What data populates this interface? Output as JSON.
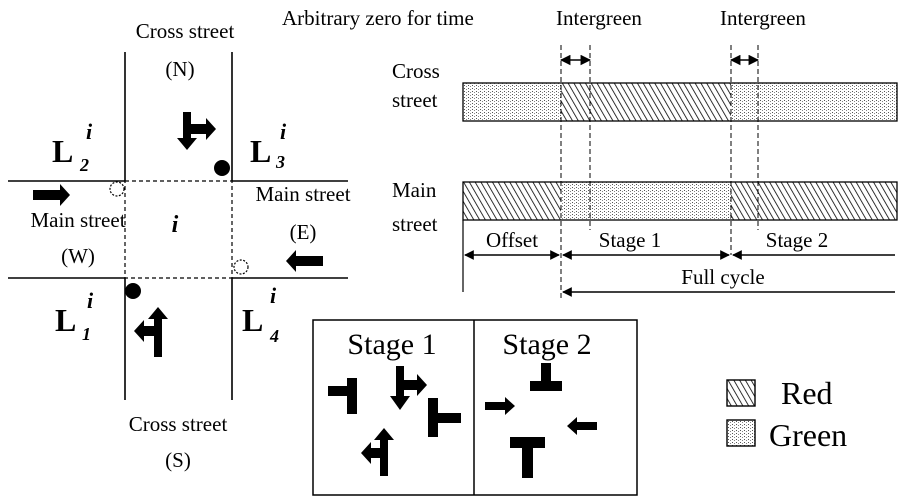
{
  "intersection": {
    "cross_street_north": [
      "Cross street",
      "(N)"
    ],
    "cross_street_south": [
      "Cross street",
      "(S)"
    ],
    "main_street_west": [
      "Main street",
      "(W)"
    ],
    "main_street_east": [
      "Main street",
      "(E)"
    ],
    "node_label": "i",
    "links": {
      "L1": {
        "base": "L",
        "sub": "1",
        "sup": "i"
      },
      "L2": {
        "base": "L",
        "sub": "2",
        "sup": "i"
      },
      "L3": {
        "base": "L",
        "sub": "3",
        "sup": "i"
      },
      "L4": {
        "base": "L",
        "sub": "4",
        "sup": "i"
      }
    }
  },
  "timing": {
    "arbitrary_zero": "Arbitrary zero for time",
    "intergreen_1": "Intergreen",
    "intergreen_2": "Intergreen",
    "cross_street": [
      "Cross",
      "street"
    ],
    "main_street": [
      "Main",
      "street"
    ],
    "offset": "Offset",
    "stage_1": "Stage 1",
    "stage_2": "Stage 2",
    "full_cycle": "Full cycle"
  },
  "stages": {
    "stage_1_title": "Stage 1",
    "stage_2_title": "Stage 2"
  },
  "legend": {
    "red": "Red",
    "green": "Green"
  }
}
